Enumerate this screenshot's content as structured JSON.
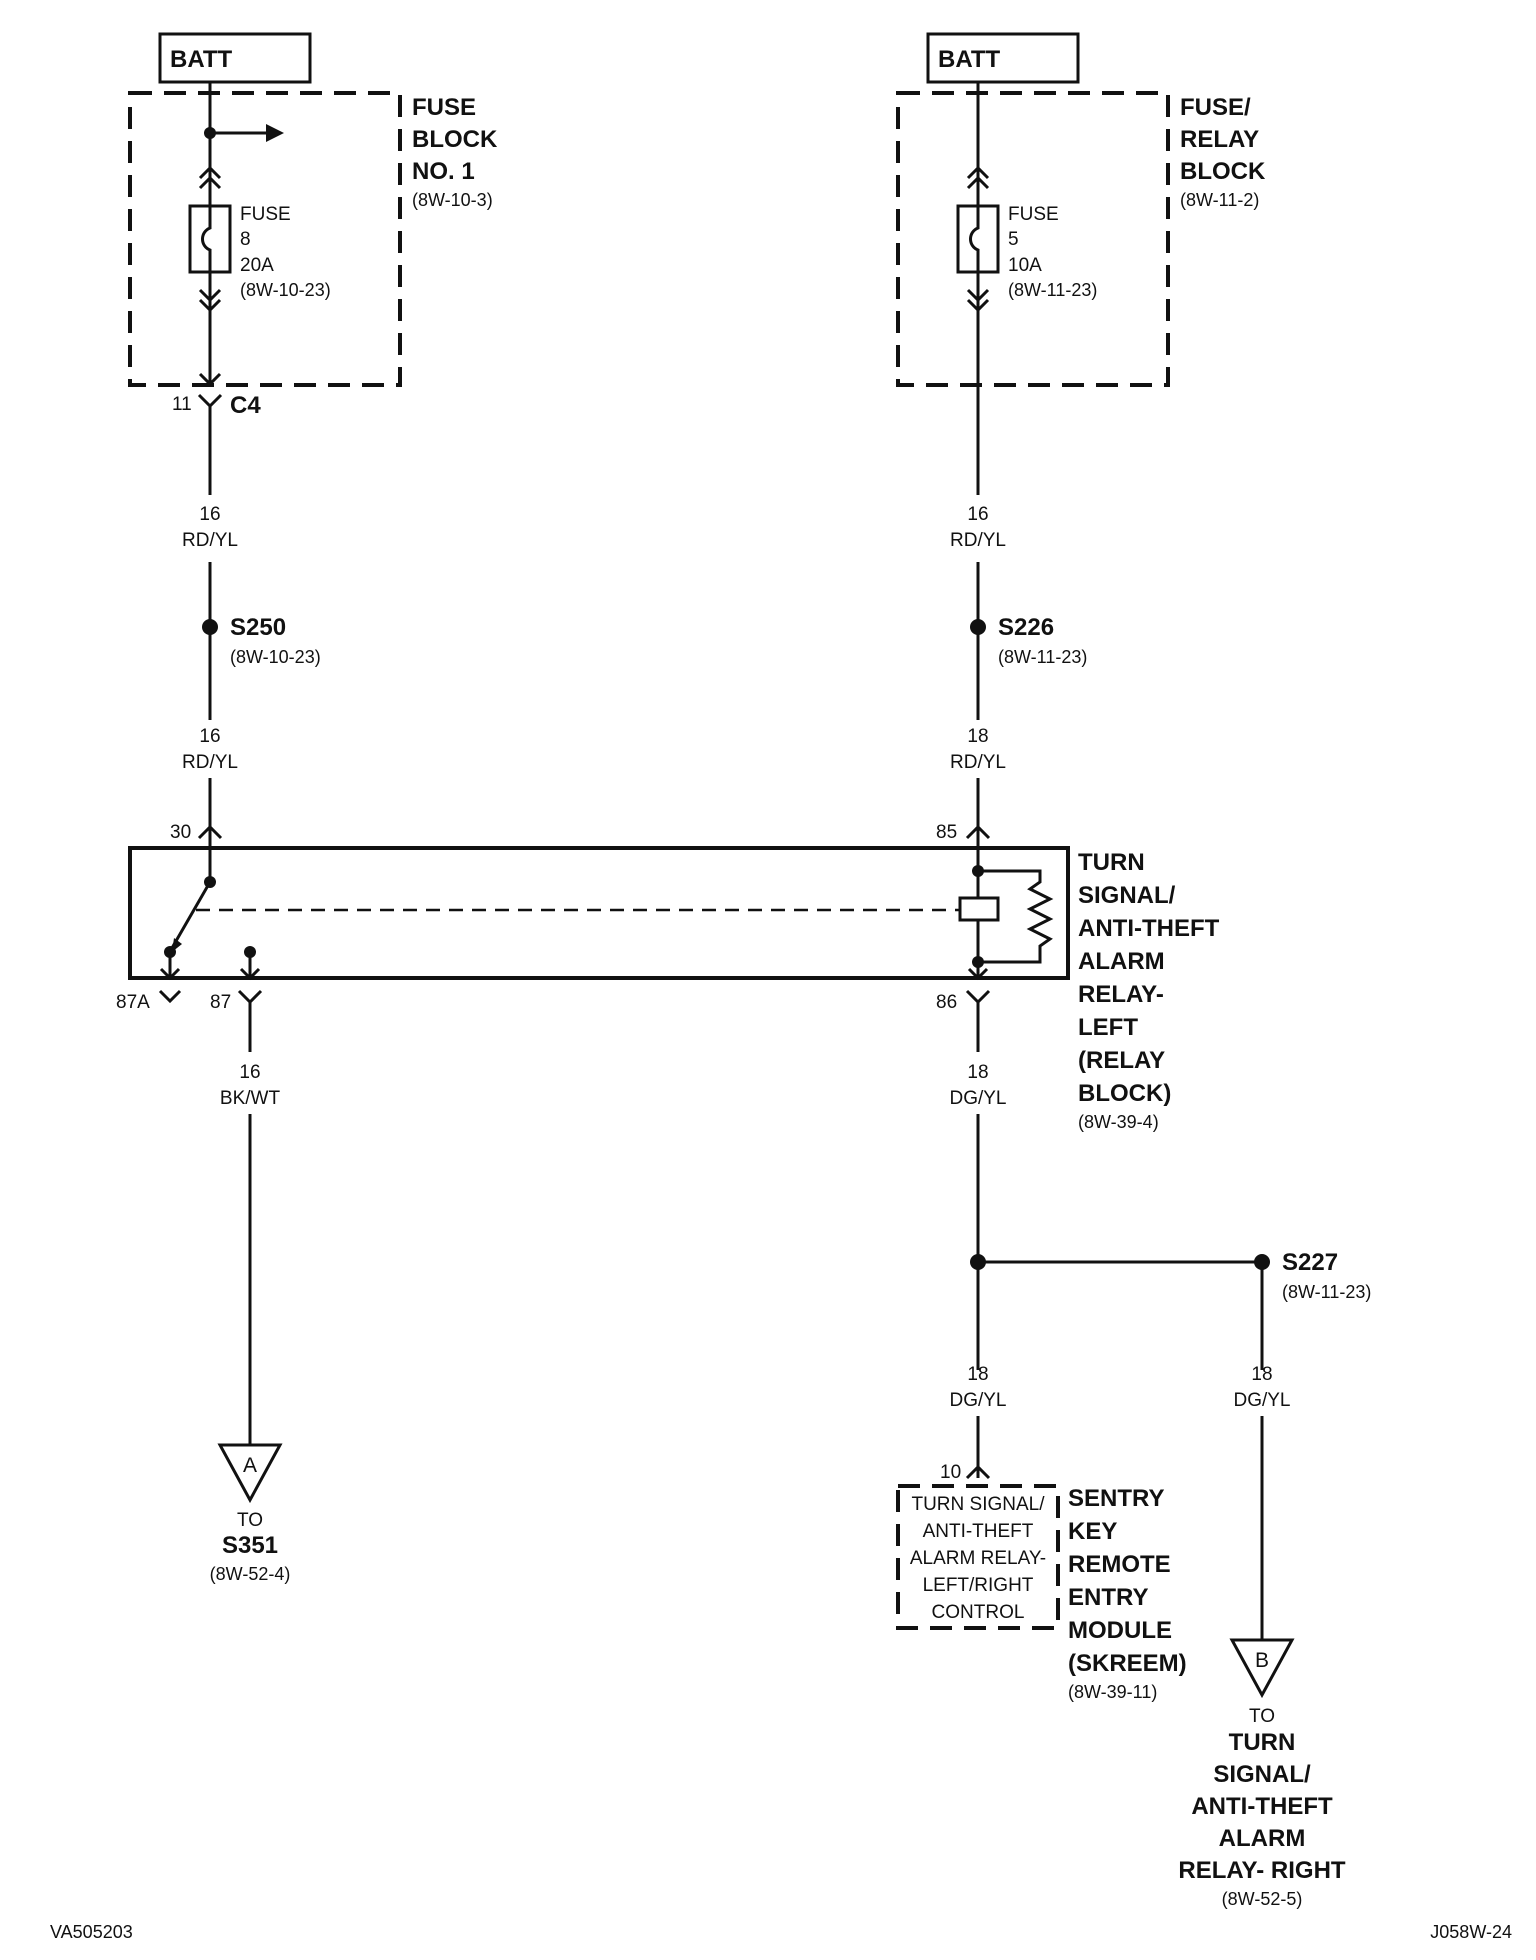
{
  "left_branch": {
    "batt": "BATT",
    "fuse_block": {
      "l1": "FUSE",
      "l2": "BLOCK",
      "l3": "NO. 1",
      "ref": "(8W-10-3)"
    },
    "fuse": {
      "l1": "FUSE",
      "num": "8",
      "amps": "20A",
      "ref": "(8W-10-23)"
    },
    "connector": {
      "pin": "11",
      "name": "C4"
    },
    "wire1": {
      "gauge": "16",
      "color": "RD/YL"
    },
    "splice": {
      "name": "S250",
      "ref": "(8W-10-23)"
    },
    "wire2": {
      "gauge": "16",
      "color": "RD/YL"
    },
    "pin_30": "30",
    "pin_87a": "87A",
    "pin_87": "87",
    "wire3": {
      "gauge": "16",
      "color": "BK/WT"
    },
    "connector_a": {
      "letter": "A",
      "to": "TO",
      "dest": "S351",
      "ref": "(8W-52-4)"
    }
  },
  "right_branch": {
    "batt": "BATT",
    "fuse_block": {
      "l1": "FUSE/",
      "l2": "RELAY",
      "l3": "BLOCK",
      "ref": "(8W-11-2)"
    },
    "fuse": {
      "l1": "FUSE",
      "num": "5",
      "amps": "10A",
      "ref": "(8W-11-23)"
    },
    "wire1": {
      "gauge": "16",
      "color": "RD/YL"
    },
    "splice": {
      "name": "S226",
      "ref": "(8W-11-23)"
    },
    "wire2": {
      "gauge": "18",
      "color": "RD/YL"
    },
    "pin_85": "85",
    "pin_86": "86",
    "wire3": {
      "gauge": "18",
      "color": "DG/YL"
    },
    "splice2": {
      "name": "S227",
      "ref": "(8W-11-23)"
    },
    "wire4": {
      "gauge": "18",
      "color": "DG/YL"
    },
    "wire5": {
      "gauge": "18",
      "color": "DG/YL"
    },
    "pin_10": "10",
    "module_inner": [
      "TURN SIGNAL/",
      "ANTI-THEFT",
      "ALARM RELAY-",
      "LEFT/RIGHT",
      "CONTROL"
    ],
    "module_label": [
      "SENTRY",
      "KEY",
      "REMOTE",
      "ENTRY",
      "MODULE",
      "(SKREEM)"
    ],
    "module_ref": "(8W-39-11)",
    "connector_b": {
      "letter": "B",
      "to": "TO",
      "dest": [
        "TURN",
        "SIGNAL/",
        "ANTI-THEFT",
        "ALARM",
        "RELAY- RIGHT"
      ],
      "ref": "(8W-52-5)"
    }
  },
  "relay": {
    "label": [
      "TURN",
      "SIGNAL/",
      "ANTI-THEFT",
      "ALARM",
      "RELAY-",
      "LEFT",
      "(RELAY",
      "BLOCK)"
    ],
    "ref": "(8W-39-4)"
  },
  "footer": {
    "left": "VA505203",
    "right": "J058W-24"
  }
}
